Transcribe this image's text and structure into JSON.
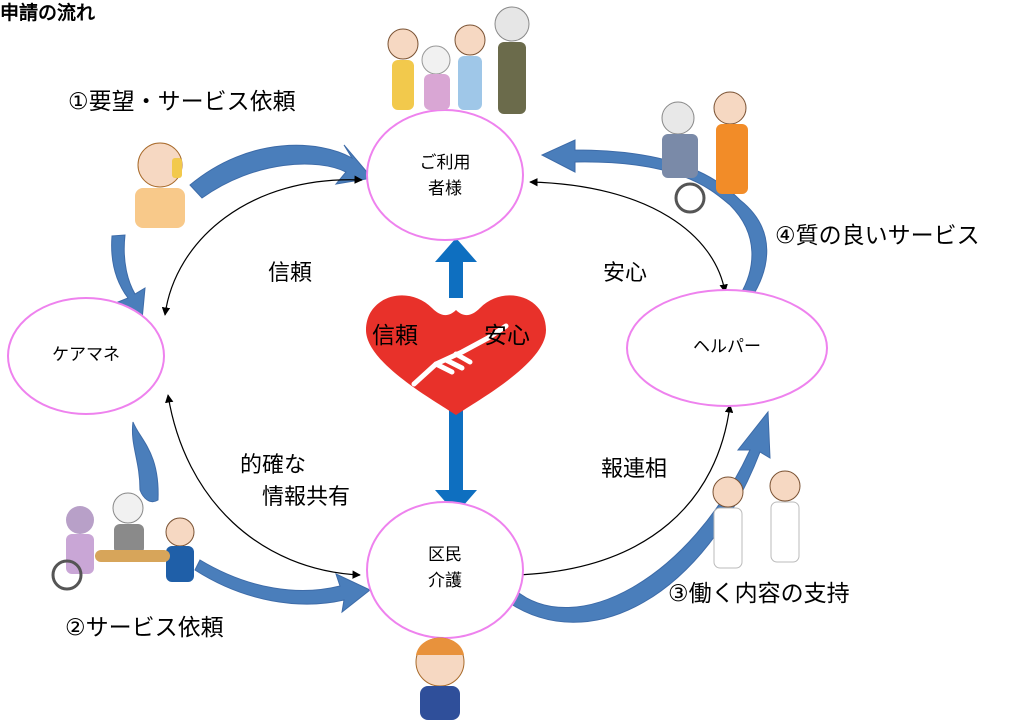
{
  "title": "申請の流れ",
  "nodes": {
    "user": "ご利用\n者様",
    "care_manager": "ケアマネ",
    "helper": "ヘルパー",
    "office": "区民\n介護"
  },
  "steps": {
    "step1": "①要望・サービス依頼",
    "step2": "②サービス依頼",
    "step3": "③働く内容の支持",
    "step4": "④質の良いサービス"
  },
  "relations": {
    "trust": "信頼",
    "relief": "安心",
    "accurate": "的確な",
    "info_sharing": "情報共有",
    "report": "報連相"
  },
  "heart": {
    "left": "信頼",
    "right": "安心"
  },
  "colors": {
    "node_border": "#ee82ee",
    "flow_arrow": "#4a7ebb",
    "center_arrow": "#0e6fc0",
    "heart": "#e8312a"
  }
}
